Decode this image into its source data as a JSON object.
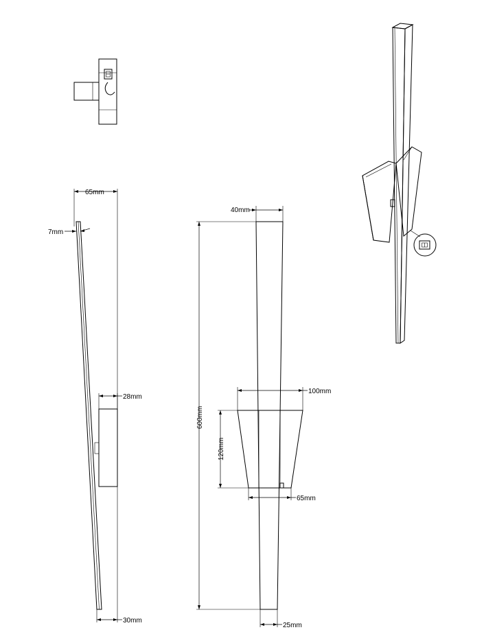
{
  "dimensions": {
    "side_depth": "65mm",
    "panel_thickness": "7mm",
    "mount_depth": "28mm",
    "bottom_depth": "30mm",
    "top_width": "40mm",
    "total_height": "600mm",
    "shade_top_width": "100mm",
    "shade_height": "120mm",
    "shade_bottom_width": "65mm",
    "bottom_width": "25mm"
  }
}
